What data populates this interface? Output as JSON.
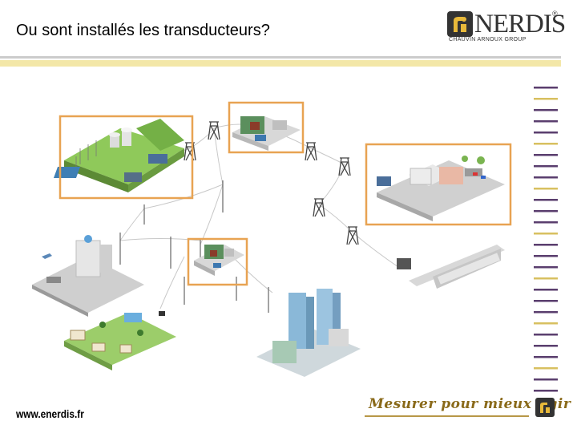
{
  "slide": {
    "title": "Ou sont installés les transducteurs?",
    "footer_url": "www.enerdis.fr",
    "slogan": "Mesurer pour mieux Agir"
  },
  "logo": {
    "word": "NERDIS",
    "subtitle": "CHAUVIN ARNOUX GROUP",
    "registered": "®"
  },
  "colors": {
    "highlight": "#e8a352",
    "brand_dark": "#333333",
    "stripe_purple": "#5a3e6e",
    "stripe_gold": "#d8c060"
  }
}
